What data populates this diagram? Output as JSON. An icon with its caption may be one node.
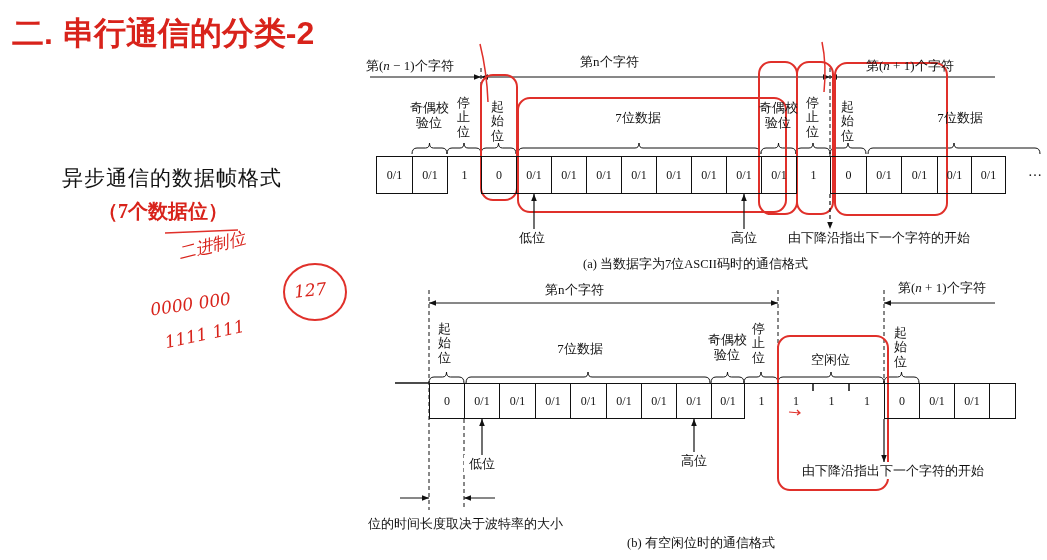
{
  "diagram": {
    "title": "二. 串行通信的分类-2",
    "nodes": [
      {
        "text": [
          "0/1"
        ]
      },
      {
        "text": [
          "0/1"
        ]
      },
      {
        "text": [
          "1"
        ]
      },
      {
        "text": [
          "0"
        ]
      },
      {
        "text": [
          "0/1"
        ]
      },
      {
        "text": [
          "0/1"
        ]
      },
      {
        "text": [
          "0/1"
        ]
      },
      {
        "text": [
          "0/1"
        ]
      },
      {
        "text": [
          "0/1"
        ]
      },
      {
        "text": [
          "0/1"
        ]
      },
      {
        "text": [
          "0/1"
        ]
      },
      {
        "text": [
          "0/1"
        ]
      },
      {
        "text": [
          "1"
        ]
      },
      {
        "text": [
          "0"
        ]
      },
      {
        "text": [
          "0/1"
        ]
      },
      {
        "text": [
          "0/1"
        ]
      },
      {
        "text": [
          "0/1"
        ]
      },
      {
        "text": [
          "0/1"
        ]
      },
      {
        "text": [
          "低位"
        ]
      },
      {
        "text": [
          "高位"
        ]
      },
      {
        "text": [
          "由下降沿指出下一个字符的开始"
        ]
      },
      {
        "text": [
          "0"
        ]
      },
      {
        "text": [
          "0/1"
        ]
      },
      {
        "text": [
          "0/1"
        ]
      },
      {
        "text": [
          "0/1"
        ]
      },
      {
        "text": [
          "0/1"
        ]
      },
      {
        "text": [
          "0/1"
        ]
      },
      {
        "text": [
          "0/1"
        ]
      },
      {
        "text": [
          "0/1"
        ]
      },
      {
        "text": [
          "0/1"
        ]
      },
      {
        "text": [
          "1"
        ]
      },
      {
        "text": [
          "1"
        ]
      },
      {
        "text": [
          "1"
        ]
      },
      {
        "text": [
          "1"
        ]
      },
      {
        "text": [
          "0"
        ]
      },
      {
        "text": [
          "0/1"
        ]
      },
      {
        "text": [
          "0/1"
        ]
      },
      {
        "text": [],
        "shape": "box"
      },
      {
        "text": [
          "低位"
        ]
      },
      {
        "text": [
          "高位"
        ]
      },
      {
        "text": [
          "由下降沿指出下一个字符的开始"
        ]
      }
    ],
    "edges": [
      {
        "from": 18,
        "to": 4,
        "arrow": "to"
      },
      {
        "from": 19,
        "to": 10,
        "arrow": "to"
      },
      {
        "from": 12,
        "to": 20,
        "arrow": "to",
        "style": "dashed"
      },
      {
        "from": 38,
        "to": 22,
        "arrow": "to"
      },
      {
        "from": 39,
        "to": 28,
        "arrow": "to"
      },
      {
        "from": 33,
        "to": 40,
        "arrow": "to"
      }
    ],
    "labels": [
      "异步通信的数据帧格式",
      "（7个数据位）",
      "二进制位",
      "0000 000",
      "1111 111",
      "127",
      "第(*n* − 1)个字符",
      "第n个字符",
      "第(*n* + 1)个字符",
      "奇偶校验位",
      "停止位",
      "起始位",
      "7位数据",
      "奇偶校验位",
      "停止位",
      "起始位",
      "7位数据",
      "…",
      "(a) 当数据字为7位ASCII码时的通信格式",
      "第n个字符",
      "第(*n* + 1)个字符",
      "起始位",
      "7位数据",
      "奇偶校验位",
      "停止位",
      "空闲位",
      "起始位",
      "位的时间长度取决于波特率的大小",
      "(b) 有空闲位时的通信格式"
    ]
  }
}
